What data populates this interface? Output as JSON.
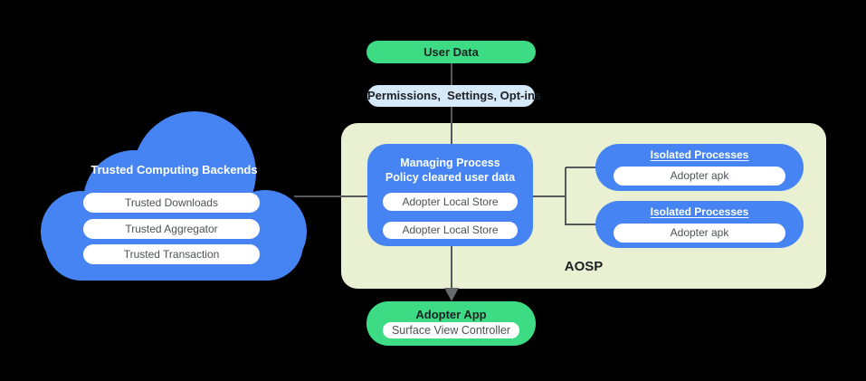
{
  "colors": {
    "page_bg": "#000000",
    "blue": "#4584f2",
    "green": "#3ddc84",
    "light_blue": "#d6e9f8",
    "container_bg": "#eaf0d2",
    "line": "#56585b",
    "arrow": "#67696c",
    "text_dark": "#1d2126",
    "text_gray": "#4d5156",
    "pill_bg": "#ffffff"
  },
  "cloud": {
    "title": "Trusted Computing Backends",
    "items": [
      "Trusted Downloads",
      "Trusted Aggregator",
      "Trusted Transaction"
    ]
  },
  "flow_top": {
    "user_data": "User Data",
    "permissions": "Permissions,  Settings, Opt-ins"
  },
  "aosp": {
    "label": "AOSP",
    "managing_process": {
      "title_line1": "Managing Process",
      "title_line2": "Policy cleared user data",
      "stores": [
        "Adopter Local Store",
        "Adopter Local Store"
      ]
    },
    "isolated_processes": [
      {
        "title": "Isolated Processes",
        "item": "Adopter apk"
      },
      {
        "title": "Isolated Processes",
        "item": "Adopter apk"
      }
    ]
  },
  "adopter_app": {
    "title": "Adopter App",
    "item": "Surface View Controller"
  }
}
